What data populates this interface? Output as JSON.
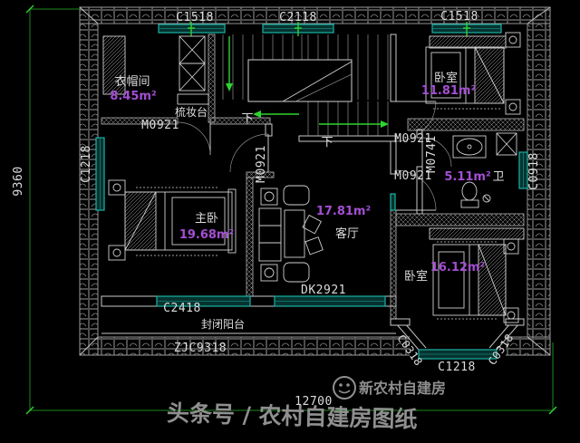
{
  "windows": {
    "top_left": "C1518",
    "top_mid": "C2118",
    "top_right": "C1518",
    "left": "C1218",
    "right": "C0918",
    "balcony": "C2418",
    "living": "DK2921",
    "bay": "C1218",
    "bay_left": "C0318",
    "bay_right": "C0318",
    "balcony_rail": "ZJC9318"
  },
  "doors": {
    "closet": "M0921",
    "master": "M0921",
    "top_bedroom": "M0921",
    "bottom_bedroom": "M0921",
    "bath": "M0741"
  },
  "rooms": {
    "closet_name": "衣帽间",
    "closet_area": "8.45m²",
    "dresser": "梳妆台",
    "master_name": "主卧",
    "master_area": "19.68m²",
    "living_name": "客厅",
    "living_area": "17.81m²",
    "top_bedroom_name": "卧室",
    "top_bedroom_area": "11.81m²",
    "bath_name": "卫",
    "bath_area": "5.11m²",
    "bottom_bedroom_name": "卧室",
    "bottom_bedroom_area": "16.12m²",
    "balcony_name": "封闭阳台"
  },
  "stairs": {
    "down_a": "下",
    "down_b": "下"
  },
  "dims": {
    "vertical": "9360",
    "horizontal": "12700"
  },
  "watermark": {
    "brand": "新农村自建房",
    "byline": "头条号 / 农村自建房图纸"
  },
  "colors": {
    "background": "#000000",
    "line": "#c8c8c8",
    "window": "#1cb3a7",
    "dimension": "#1d8a1d",
    "stair_arrow": "#2ed42e",
    "area_text": "#a44fd2",
    "label_text": "#dcdcdc",
    "watermark": "#8f8f8f"
  }
}
